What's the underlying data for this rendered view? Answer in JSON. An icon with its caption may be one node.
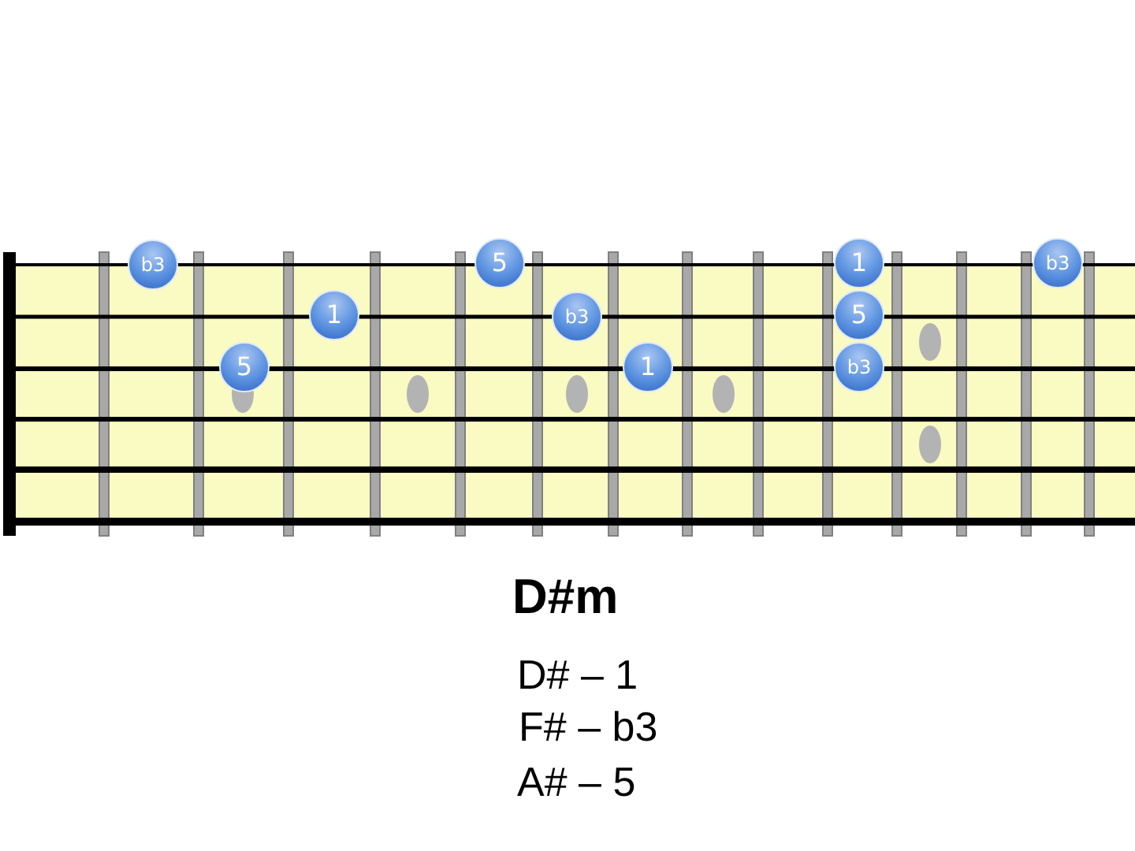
{
  "diagram": {
    "title": "D#m",
    "nodes": [
      {
        "text": [
          "b3"
        ]
      },
      {
        "text": [
          "5"
        ]
      },
      {
        "text": [
          "1"
        ]
      },
      {
        "text": [
          "b3"
        ]
      },
      {
        "text": [
          "1"
        ]
      },
      {
        "text": [
          "b3"
        ]
      },
      {
        "text": [
          "5"
        ]
      },
      {
        "text": [
          "5"
        ]
      },
      {
        "text": [
          "1"
        ]
      },
      {
        "text": [
          "b3"
        ]
      }
    ],
    "labels": [
      "D# – 1",
      "F# – b3",
      "A# – 5"
    ]
  }
}
